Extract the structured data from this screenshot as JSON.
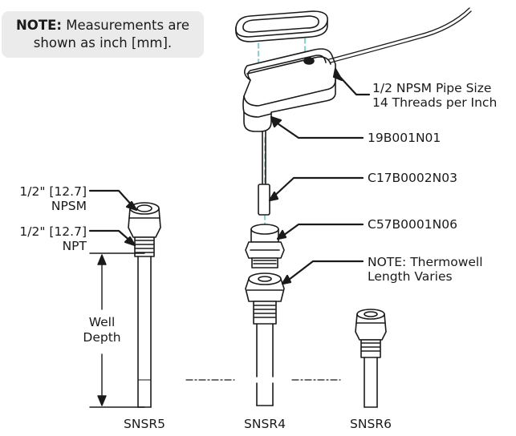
{
  "note": {
    "prefix": "NOTE:",
    "line1": "Measurements are",
    "line2": "shown as inch [mm]."
  },
  "callouts": {
    "pipe_size_1": "1/2 NPSM Pipe Size",
    "pipe_size_2": "14 Threads per Inch",
    "housing": "19B001N01",
    "probe": "C17B0002N03",
    "fitting": "C57B0001N06",
    "thermowell_1": "NOTE: Thermowell",
    "thermowell_2": "Length Varies"
  },
  "dimensions": {
    "npsm_size": "1/2\" [12.7]",
    "npsm_label": "NPSM",
    "npt_size": "1/2\" [12.7]",
    "npt_label": "NPT",
    "well_depth_1": "Well",
    "well_depth_2": "Depth"
  },
  "parts": {
    "sensor_5": "SNSR5",
    "sensor_4": "SNSR4",
    "sensor_6": "SNSR6"
  },
  "colors": {
    "line": "#1a1a1a",
    "dash": "#4fc3c9",
    "note_bg": "#ebebeb",
    "part_fill": "#ffffff"
  }
}
